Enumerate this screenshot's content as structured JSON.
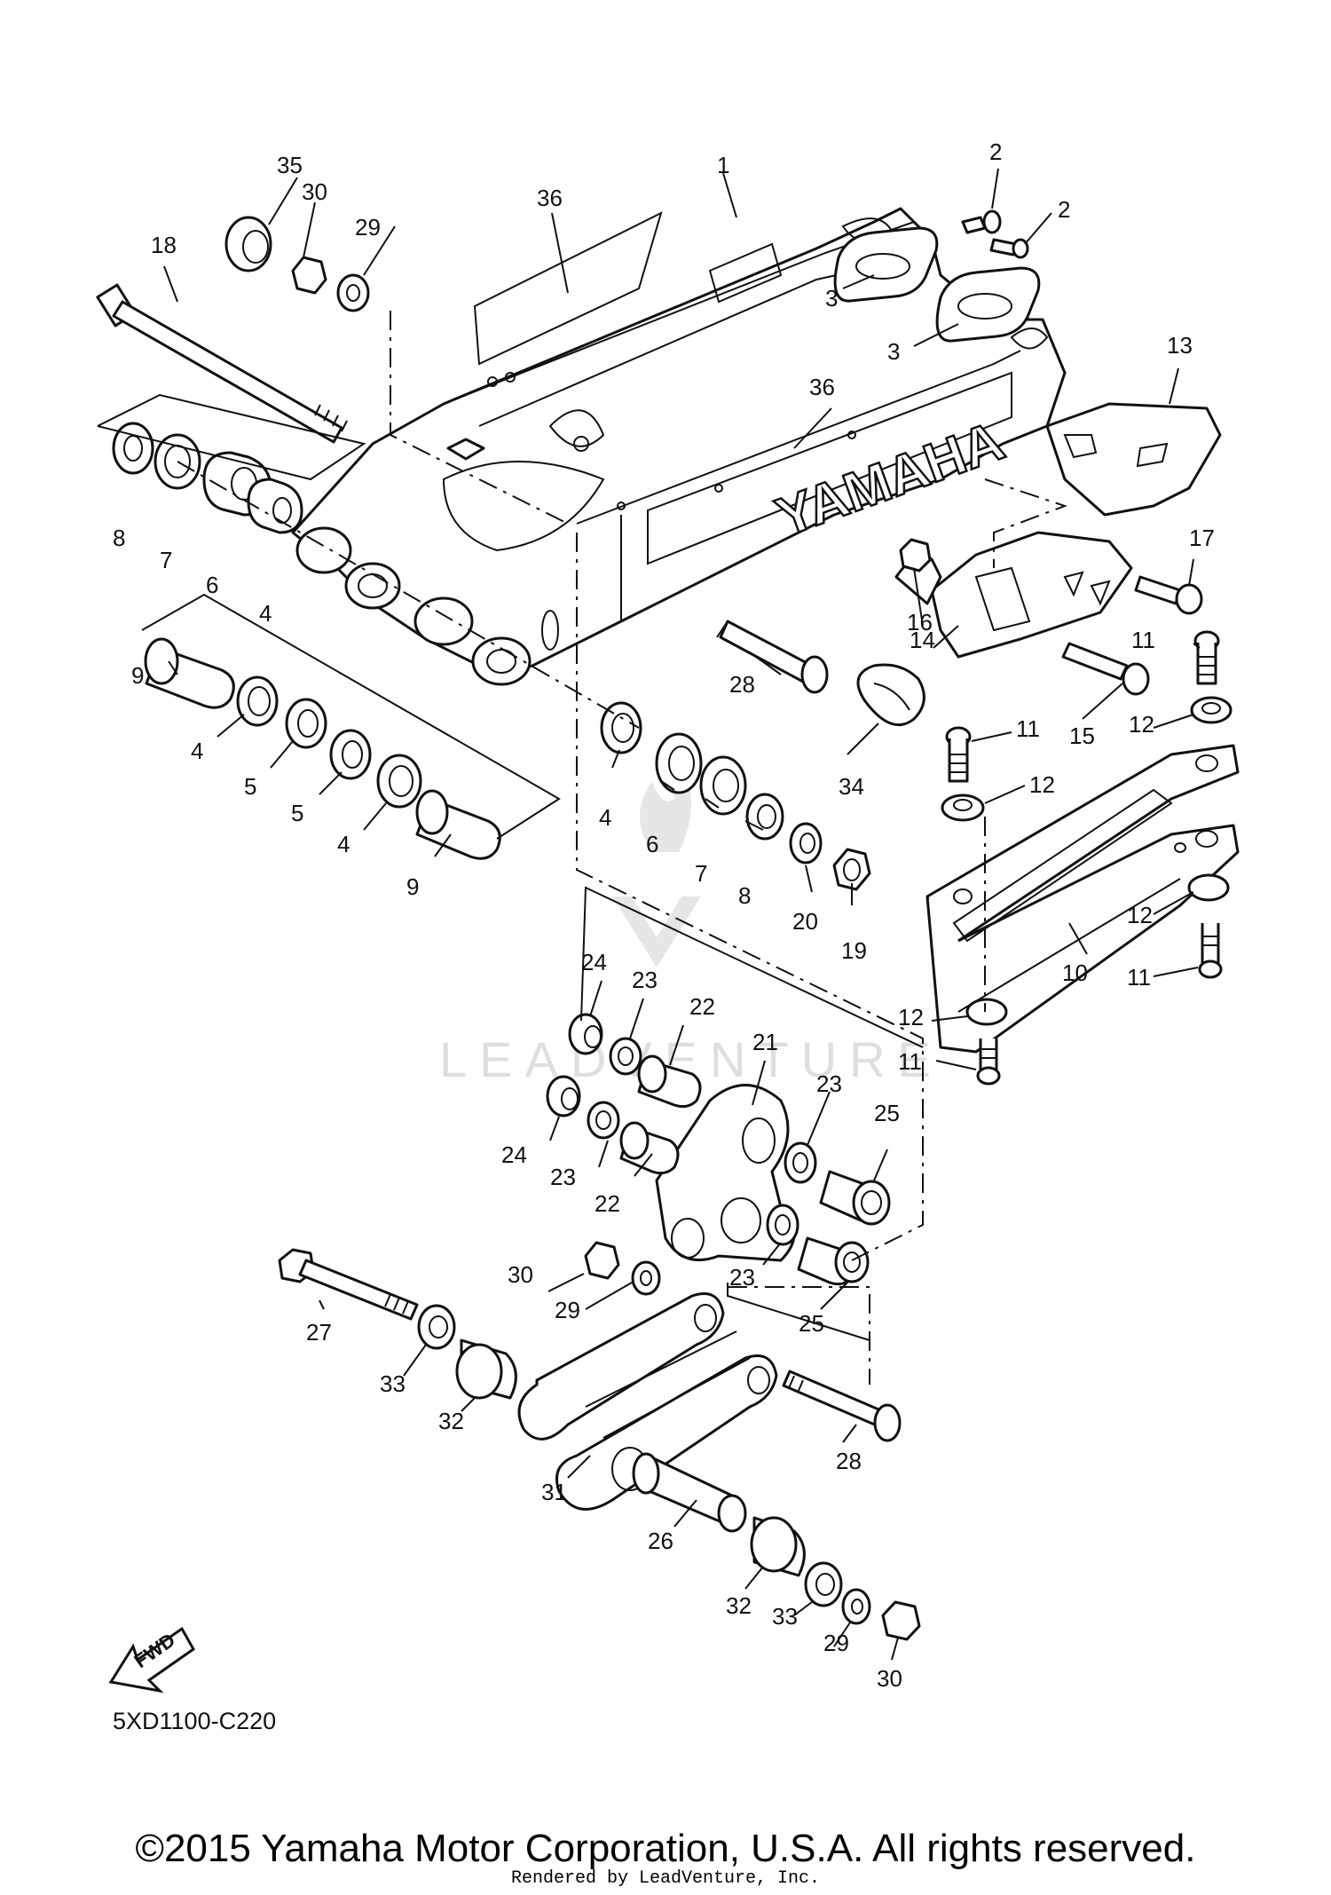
{
  "watermark": "LEADVENTURE",
  "brand_decal": "YAMAHA",
  "direction_arrow": "FWD",
  "diagram_code": "5XD1100-C220",
  "copyright": "©2015 Yamaha Motor Corporation, U.S.A. All rights reserved.",
  "rendered_by": "Rendered by LeadVenture, Inc.",
  "callouts": [
    "1",
    "2",
    "2",
    "3",
    "3",
    "4",
    "4",
    "4",
    "4",
    "5",
    "5",
    "6",
    "6",
    "7",
    "7",
    "8",
    "8",
    "9",
    "9",
    "10",
    "11",
    "11",
    "11",
    "11",
    "12",
    "12",
    "12",
    "12",
    "13",
    "14",
    "15",
    "16",
    "17",
    "18",
    "19",
    "20",
    "21",
    "22",
    "22",
    "23",
    "23",
    "23",
    "23",
    "24",
    "24",
    "25",
    "25",
    "26",
    "27",
    "28",
    "28",
    "29",
    "29",
    "29",
    "30",
    "30",
    "30",
    "31",
    "32",
    "32",
    "33",
    "33",
    "34",
    "35",
    "36",
    "36"
  ]
}
